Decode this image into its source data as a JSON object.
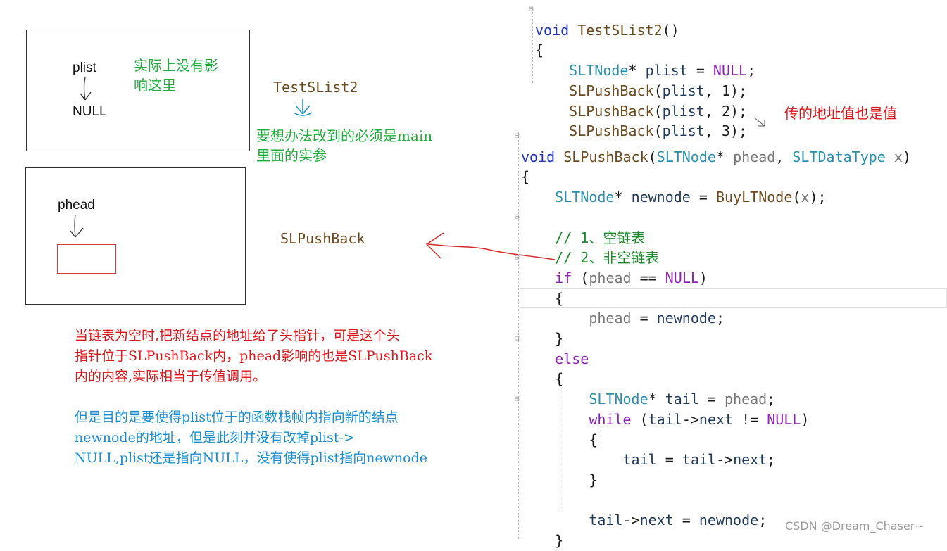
{
  "diagram": {
    "box1": {
      "var_label": "plist",
      "value_label": "NULL",
      "note": "实际上没有影\n响这里"
    },
    "box2": {
      "var_label": "phead"
    },
    "label_testslist2": "TestSList2",
    "green_note": "要想办法改到的必须是main\n里面的实参",
    "label_slpushback": "SLPushBack",
    "red_title": "传的地址值也是值",
    "red_note": "当链表为空时,把新结点的地址给了头指针，可是这个头\n指针位于SLPushBack内，phead影响的也是SLPushBack\n内的内容,实际相当于传值调用。",
    "blue_note": "但是目的是要使得plist位于的函数栈帧内指向新的结点\nnewnode的地址，但是此刻并没有改掉plist->\nNULL,plist还是指向NULL，没有使得plist指向newnode",
    "watermark": "CSDN @Dream_Chaser~",
    "colors": {
      "red": "#e0161b",
      "green": "#1fae3c",
      "blue": "#1a8fd0"
    }
  },
  "code1": {
    "l1_kw": "void",
    "l1_fn": "TestSList2",
    "l1_rest": "()",
    "l2": "{",
    "l3_type": "SLTNode",
    "l3_rest1": "* ",
    "l3_var": "plist",
    "l3_rest2": " = ",
    "l3_null": "NULL",
    "l3_end": ";",
    "l4_fn": "SLPushBack",
    "l4_open": "(",
    "l4_var": "plist",
    "l4_rest": ", 1);",
    "l5_fn": "SLPushBack",
    "l5_open": "(",
    "l5_var": "plist",
    "l5_rest": ", 2);",
    "l6_fn": "SLPushBack",
    "l6_open": "(",
    "l6_var": "plist",
    "l6_rest": ", 3);"
  },
  "code2": {
    "h_kw": "void",
    "h_fn": "SLPushBack",
    "h_open": "(",
    "h_type1": "SLTNode",
    "h_star": "* ",
    "h_param1": "phead",
    "h_comma": ", ",
    "h_type2": "SLTDataType",
    "h_sp": " ",
    "h_param2": "x",
    "h_close": ")",
    "brace_open": "{",
    "n_type": "SLTNode",
    "n_star": "* ",
    "n_var": "newnode",
    "n_eq": " = ",
    "n_fn": "BuyLTNode",
    "n_open": "(",
    "n_param": "x",
    "n_close": ");",
    "c1": "// 1、空链表",
    "c2": "// 2、非空链表",
    "if_kw": "if",
    "if_open": " (",
    "if_param": "phead",
    "if_op": " == ",
    "if_null": "NULL",
    "if_close": ")",
    "b1_open": "{",
    "a_param": "phead",
    "a_eq": " = ",
    "a_var": "newnode",
    "a_end": ";",
    "b1_close": "}",
    "else_kw": "else",
    "b2_open": "{",
    "t_type": "SLTNode",
    "t_star": "* ",
    "t_var": "tail",
    "t_eq": " = ",
    "t_param": "phead",
    "t_end": ";",
    "w_kw": "while",
    "w_open": " (",
    "w_var": "tail",
    "w_arrow": "->",
    "w_next": "next",
    "w_op": " != ",
    "w_null": "NULL",
    "w_close": ")",
    "b3_open": "{",
    "tt_var1": "tail",
    "tt_eq": " = ",
    "tt_var2": "tail",
    "tt_arrow": "->",
    "tt_next": "next",
    "tt_end": ";",
    "b3_close": "}",
    "tn_var": "tail",
    "tn_arrow": "->",
    "tn_next": "next",
    "tn_eq": " = ",
    "tn_new": "newnode",
    "tn_end": ";",
    "b2_close": "}"
  }
}
